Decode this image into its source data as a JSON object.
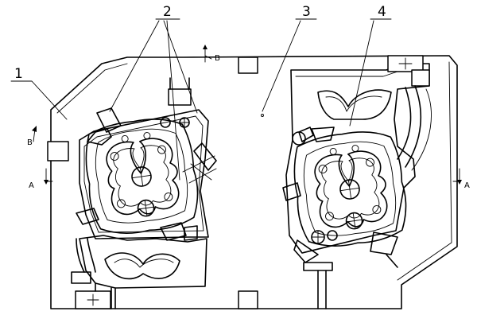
{
  "diagram": {
    "callouts": [
      {
        "id": "1",
        "text": "1"
      },
      {
        "id": "2",
        "text": "2"
      },
      {
        "id": "3",
        "text": "3"
      },
      {
        "id": "4",
        "text": "4"
      }
    ],
    "section_marks": [
      {
        "id": "b-top",
        "text": "B"
      },
      {
        "id": "b-left",
        "text": "B"
      },
      {
        "id": "a-left",
        "text": "A"
      },
      {
        "id": "a-right",
        "text": "A"
      }
    ]
  }
}
